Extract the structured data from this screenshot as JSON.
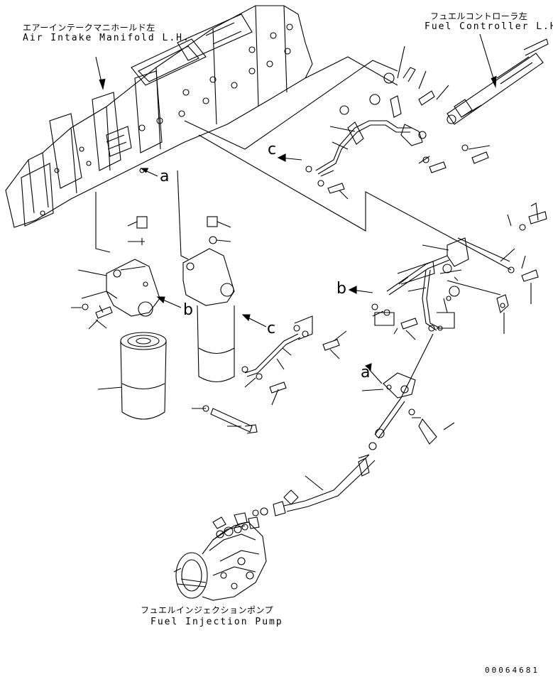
{
  "labels": {
    "air_intake_jp": "エアーインテークマニホールド左",
    "air_intake_en": "Air Intake Manifold L.H.",
    "fuel_controller_jp": "フュエルコントローラ左",
    "fuel_controller_en": "Fuel Controller L.H",
    "injection_pump_jp": "フュエルインジェクションポンプ",
    "injection_pump_en": "Fuel Injection Pump",
    "ref_a1": "a",
    "ref_a2": "a",
    "ref_b1": "b",
    "ref_b2": "b",
    "ref_c1": "c",
    "ref_c2": "c",
    "drawing_code": "00064681"
  }
}
